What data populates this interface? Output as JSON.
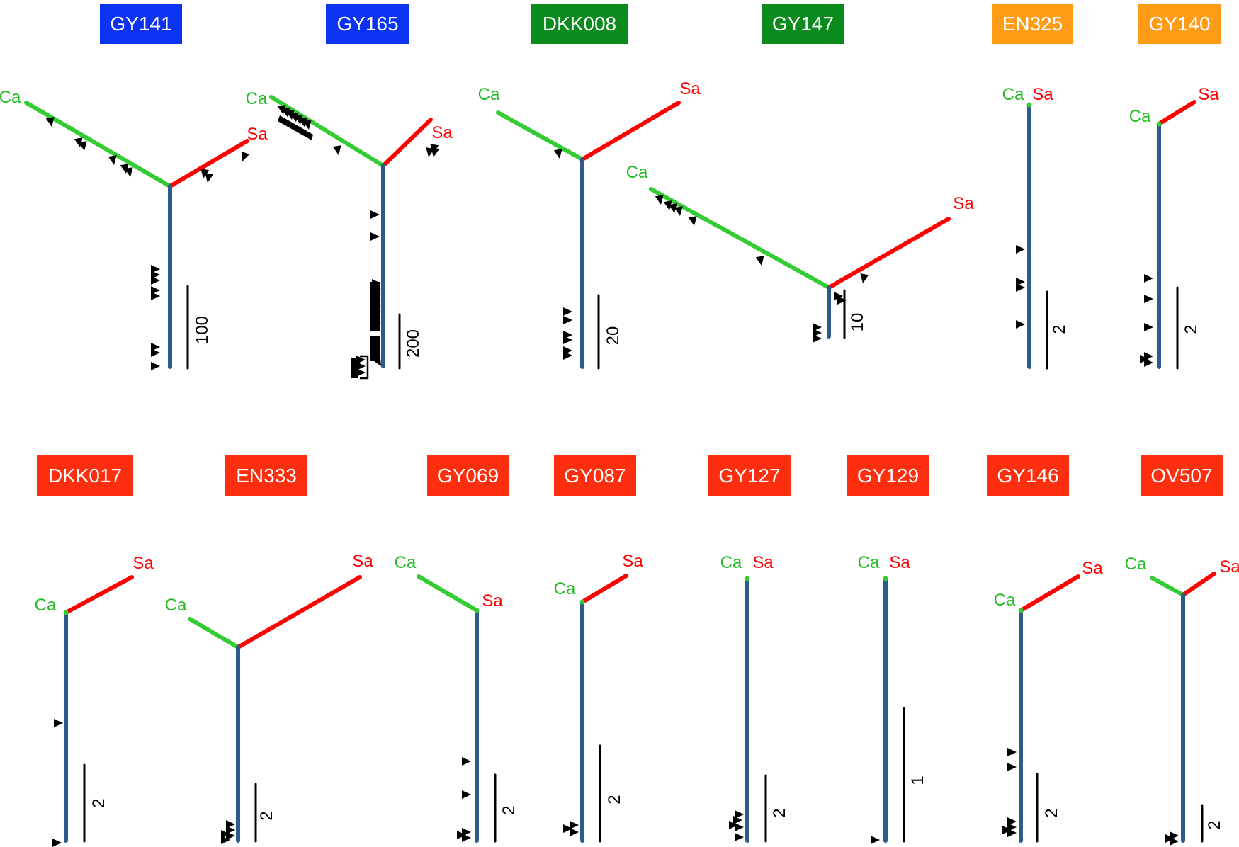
{
  "colors": {
    "blue": "#0c33f2",
    "green": "#0b8a1d",
    "orange": "#ff9b15",
    "red": "#ff2e0f",
    "trunk": "#2f5b8a",
    "branch_ca": "#33cc33",
    "branch_sa": "#ff0000",
    "label_ca": "#22bb22",
    "label_sa": "#ff0000",
    "arrow": "#000000",
    "text_white": "#ffffff"
  },
  "branch_labels": {
    "ca": "Ca",
    "sa": "Sa"
  },
  "trees": [
    {
      "id": "GY141",
      "color": "orange_key_blue",
      "scale": "100"
    },
    {
      "id": "GY165",
      "scale": "200"
    },
    {
      "id": "DKK008",
      "scale": "20"
    },
    {
      "id": "GY147",
      "scale": "10"
    },
    {
      "id": "EN325",
      "scale": "2"
    },
    {
      "id": "GY140",
      "scale": "2"
    },
    {
      "id": "DKK017",
      "scale": "2"
    },
    {
      "id": "EN333",
      "scale": "2"
    },
    {
      "id": "GY069",
      "scale": "2"
    },
    {
      "id": "GY087",
      "scale": "2"
    },
    {
      "id": "GY127",
      "scale": "2"
    },
    {
      "id": "GY129",
      "scale": "1"
    },
    {
      "id": "GY146",
      "scale": "2"
    },
    {
      "id": "OV507",
      "scale": "2"
    }
  ]
}
